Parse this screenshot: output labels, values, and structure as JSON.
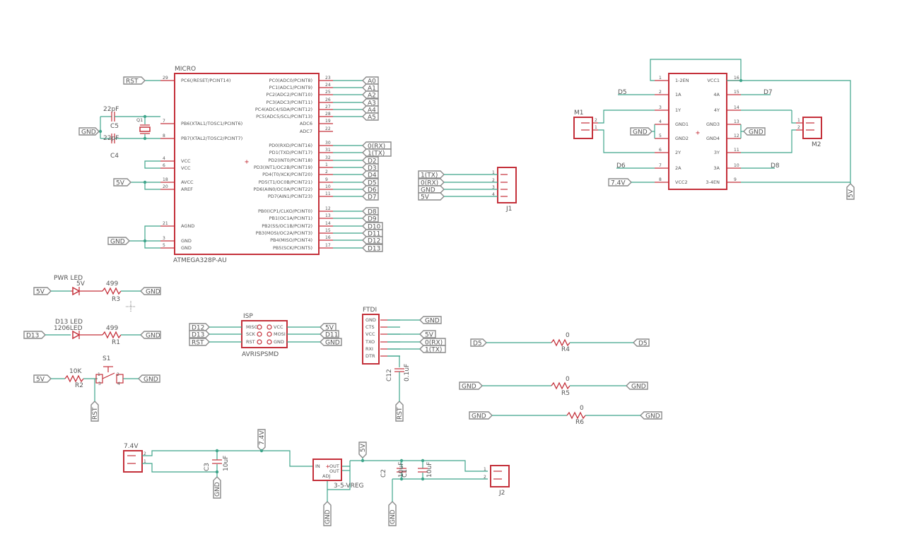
{
  "micro": {
    "name": "MICRO",
    "part": "ATMEGA328P-AU",
    "left_pins": [
      {
        "num": "29",
        "name": "PC6(/RESET/PCINT14)"
      },
      {
        "num": "7",
        "name": "PB6(XTAL1/TOSC1/PCINT6)"
      },
      {
        "num": "8",
        "name": "PB7(XTAL2/TOSC2/PCINT7)"
      },
      {
        "num": "4",
        "name": "VCC"
      },
      {
        "num": "6",
        "name": "VCC"
      },
      {
        "num": "18",
        "name": "AVCC"
      },
      {
        "num": "20",
        "name": "AREF"
      },
      {
        "num": "21",
        "name": "AGND"
      },
      {
        "num": "3",
        "name": "GND"
      },
      {
        "num": "5",
        "name": "GND"
      }
    ],
    "right_pins": [
      {
        "num": "23",
        "name": "PC0(ADC0/PCINT8)",
        "net": "A0"
      },
      {
        "num": "24",
        "name": "PC1(ADC1/PCINT9)",
        "net": "A1"
      },
      {
        "num": "25",
        "name": "PC2(ADC2/PCINT10)",
        "net": "A2"
      },
      {
        "num": "26",
        "name": "PC3(ADC3/PCINT11)",
        "net": "A3"
      },
      {
        "num": "27",
        "name": "PC4(ADC4/SDA/PCINT12)",
        "net": "A4"
      },
      {
        "num": "28",
        "name": "PC5(ADC5/SCL/PCINT13)",
        "net": "A5"
      },
      {
        "num": "19",
        "name": "ADC6",
        "net": ""
      },
      {
        "num": "22",
        "name": "ADC7",
        "net": ""
      },
      {
        "num": "30",
        "name": "PD0(RXD/PCINT16)",
        "net": "0(RX)"
      },
      {
        "num": "31",
        "name": "PD1(TXD/PCINT17)",
        "net": "1(TX)"
      },
      {
        "num": "32",
        "name": "PD2(INT0/PCINT18)",
        "net": "D2"
      },
      {
        "num": "1",
        "name": "PD3(INT1/OC2B/PCINT19)",
        "net": "D3"
      },
      {
        "num": "2",
        "name": "PD4(T0/XCK/PCINT20)",
        "net": "D4"
      },
      {
        "num": "9",
        "name": "PD5(T1/OC0B/PCINT21)",
        "net": "D5"
      },
      {
        "num": "10",
        "name": "PD6(AIN0/OC0A/PCINT22)",
        "net": "D6"
      },
      {
        "num": "11",
        "name": "PD7(AIN1/PCINT23)",
        "net": "D7"
      },
      {
        "num": "12",
        "name": "PB0(ICP1/CLKO/PCINT0)",
        "net": "D8"
      },
      {
        "num": "13",
        "name": "PB1(OC1A/PCINT1)",
        "net": "D9"
      },
      {
        "num": "14",
        "name": "PB2(SS/OC1B/PCINT2)",
        "net": "D10"
      },
      {
        "num": "15",
        "name": "PB3(MOSI/OC2A/PCINT3)",
        "net": "D11"
      },
      {
        "num": "16",
        "name": "PB4(MISO/PCINT4)",
        "net": "D12"
      },
      {
        "num": "17",
        "name": "PB5(SCK/PCINT5)",
        "net": "D13"
      }
    ]
  },
  "flags": {
    "rst": "RST",
    "gnd": "GND",
    "v5": "5V",
    "v74": "7.4V",
    "d13": "D13",
    "d12": "D12",
    "d11": "D11",
    "d5": "D5",
    "d6": "D6",
    "d7": "D7",
    "d8": "D8",
    "tx": "1(TX)",
    "rx": "0(RX)"
  },
  "crystal": {
    "c5": "C5",
    "c4": "C4",
    "cval": "22pF",
    "q1": "Q1"
  },
  "leds": {
    "pwr_name": "PWR LED",
    "pwr_val": "5V",
    "r3": "R3",
    "r3_val": "499",
    "d13_name": "D13 LED",
    "d13_val": "1206LED",
    "r1": "R1",
    "r1_val": "499"
  },
  "reset": {
    "s1": "S1",
    "r2": "R2",
    "r2_val": "10K",
    "p1": "1",
    "p2": "2",
    "p3": "3",
    "p4": "4"
  },
  "isp": {
    "name": "ISP",
    "part": "AVRISPSMD",
    "left": [
      "MISO",
      "SCK",
      "RST"
    ],
    "right": [
      "VCC",
      "MOSI",
      "GND"
    ]
  },
  "ftdi": {
    "name": "FTDI",
    "pins": [
      "GND",
      "CTS",
      "VCC",
      "TXO",
      "RXI",
      "DTR"
    ],
    "c12": "C12",
    "c12_val": "0.1uF"
  },
  "j1": {
    "name": "J1",
    "pins": [
      "1",
      "2",
      "3",
      "4"
    ]
  },
  "driver": {
    "left": [
      {
        "num": "1",
        "name": "1-2EN"
      },
      {
        "num": "2",
        "name": "1A"
      },
      {
        "num": "3",
        "name": "1Y"
      },
      {
        "num": "4",
        "name": "GND1"
      },
      {
        "num": "5",
        "name": "GND2"
      },
      {
        "num": "6",
        "name": "2Y"
      },
      {
        "num": "7",
        "name": "2A"
      },
      {
        "num": "8",
        "name": "VCC2"
      }
    ],
    "right": [
      {
        "num": "16",
        "name": "VCC1"
      },
      {
        "num": "15",
        "name": "4A"
      },
      {
        "num": "14",
        "name": "4Y"
      },
      {
        "num": "13",
        "name": "GND3"
      },
      {
        "num": "12",
        "name": "GND4"
      },
      {
        "num": "11",
        "name": "3Y"
      },
      {
        "num": "10",
        "name": "3A"
      },
      {
        "num": "9",
        "name": "3-4EN"
      }
    ],
    "m1": "M1",
    "m2": "M2"
  },
  "resistors": {
    "r4": "R4",
    "r5": "R5",
    "r6": "R6",
    "val": "0"
  },
  "power": {
    "input": "7.4V",
    "c3": "C3",
    "c3_val": "10uF",
    "vreg": "3-5-VREG",
    "vreg_in": "IN",
    "vreg_out": "OUT",
    "vreg_out2": "OUT",
    "vreg_adj": "ADJ",
    "c2": "C2",
    "c1": "C1",
    "cap_val": "10uF",
    "j2": "J2"
  }
}
